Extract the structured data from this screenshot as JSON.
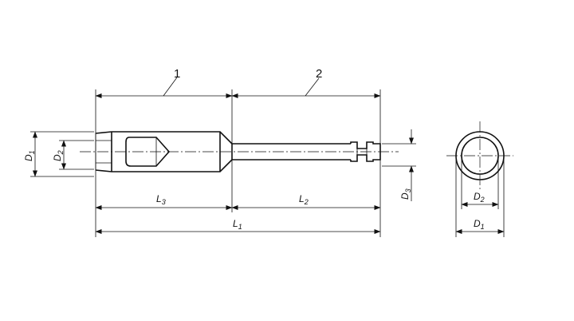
{
  "part_labels": {
    "part1": "1",
    "part2": "2"
  },
  "dimensions": {
    "D1": {
      "letter": "D",
      "sub": "1"
    },
    "D2": {
      "letter": "D",
      "sub": "2"
    },
    "D3": {
      "letter": "D",
      "sub": "3"
    },
    "L1": {
      "letter": "L",
      "sub": "1"
    },
    "L2": {
      "letter": "L",
      "sub": "2"
    },
    "L3": {
      "letter": "L",
      "sub": "3"
    }
  },
  "end_view": {
    "D1": {
      "letter": "D",
      "sub": "1"
    },
    "D2": {
      "letter": "D",
      "sub": "2"
    }
  }
}
